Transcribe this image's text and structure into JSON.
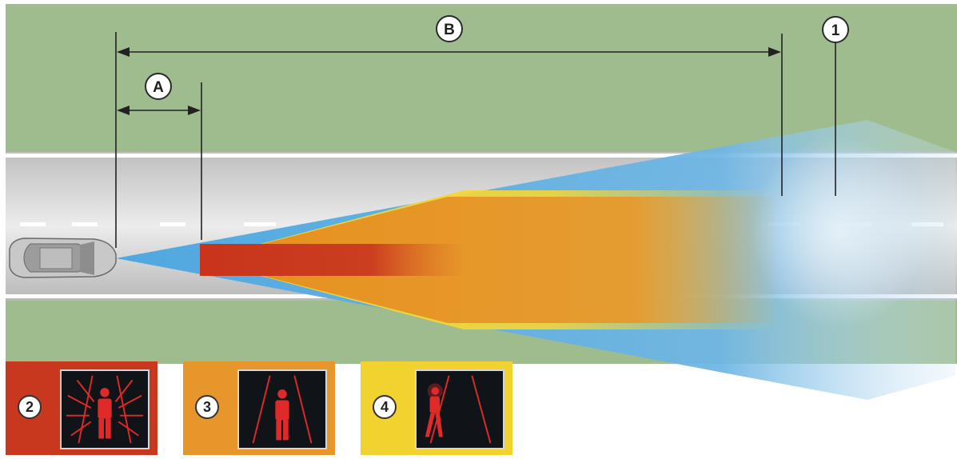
{
  "labels": {
    "range_a": "A",
    "range_b": "B",
    "zone_1": "1",
    "zone_2": "2",
    "zone_3": "3",
    "zone_4": "4"
  },
  "colors": {
    "grass": "#9ebc8e",
    "road": "#d2d2d2",
    "red_zone": "#c8381e",
    "orange_zone": "#e6962a",
    "yellow_zone": "#f2d22e",
    "blue_zone": "#5fb0e0",
    "warning_red": "#e02a2a"
  },
  "icons": {
    "panel_2": "pedestrian-ahead-urgent-warning-icon",
    "panel_3": "pedestrian-ahead-warning-icon",
    "panel_4": "pedestrian-crossing-warning-icon"
  }
}
